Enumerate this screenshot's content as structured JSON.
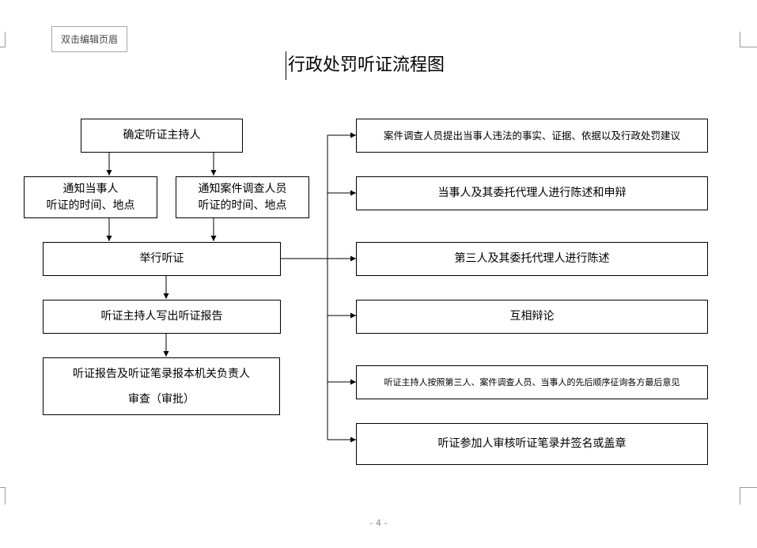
{
  "page": {
    "header_placeholder": "双击编辑页眉",
    "title": "行政处罚听证流程图",
    "page_number": "- 4 -"
  },
  "flow": {
    "left": {
      "host": "确定听证主持人",
      "notify_party": [
        "通知当事人",
        "听证的时间、地点"
      ],
      "notify_investigator": [
        "通知案件调查人员",
        "听证的时间、地点"
      ],
      "hearing": "举行听证",
      "report": "听证主持人写出听证报告",
      "review": [
        "听证报告及听证笔录报本机关负责人",
        "审查（审批）"
      ]
    },
    "right": [
      "案件调查人员提出当事人违法的事实、证据、依据以及行政处罚建议",
      "当事人及其委托代理人进行陈述和申辩",
      "第三人及其委托代理人进行陈述",
      "互相辩论",
      "听证主持人按照第三人、案件调查人员、当事人的先后顺序征询各方最后意见",
      "听证参加人审核听证笔录并签名或盖章"
    ]
  }
}
